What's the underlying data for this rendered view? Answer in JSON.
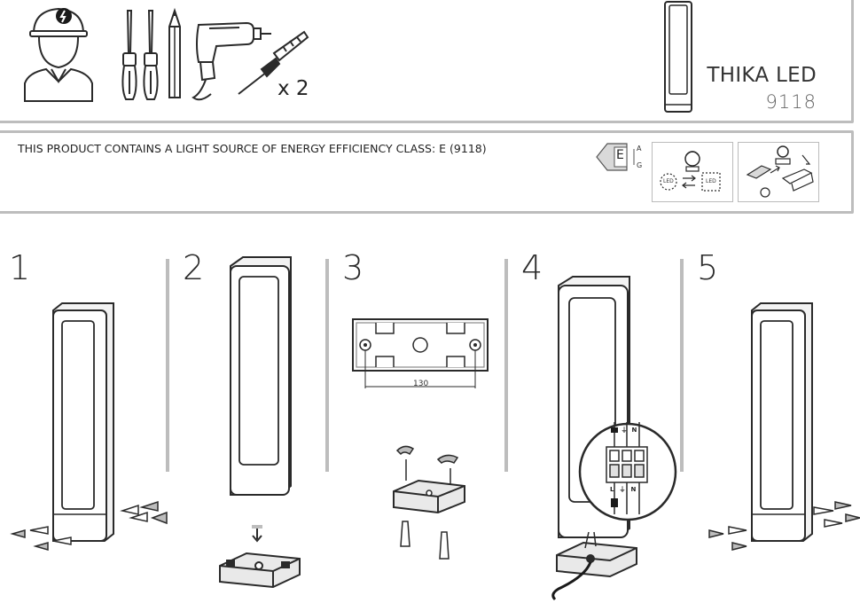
{
  "product": {
    "name": "THIKA LED",
    "code": "9118"
  },
  "tools": {
    "quantity_label": "x 2"
  },
  "energy": {
    "statement": "THIS PRODUCT CONTAINS A LIGHT SOURCE OF ENERGY EFFICIENCY CLASS: E (9118)",
    "class_letter": "E",
    "scale_top": "A",
    "scale_bottom": "G",
    "led_label": "LED"
  },
  "steps": [
    {
      "number": "1"
    },
    {
      "number": "2"
    },
    {
      "number": "3"
    },
    {
      "number": "4"
    },
    {
      "number": "5"
    }
  ],
  "step3": {
    "dimension": "130"
  },
  "wiring": {
    "terminal_top": [
      "L",
      "⏚",
      "N"
    ],
    "terminal_bottom": [
      "L",
      "⏚",
      "N"
    ]
  },
  "colors": {
    "line": "#2a2a2a",
    "frame_gray": "#bdbdbd",
    "fixture_fill": "#e9e9e9"
  }
}
